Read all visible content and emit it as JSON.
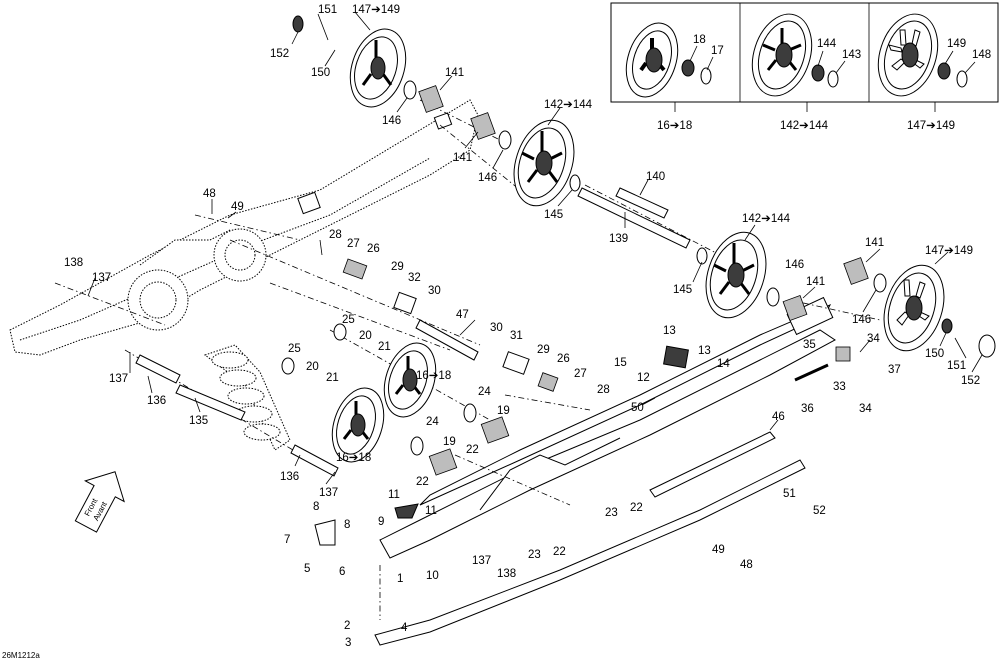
{
  "diagram_code": "26M1212a",
  "front_arrow": {
    "line1": "Front",
    "line2": "Avant"
  },
  "inset": [
    {
      "callouts": [
        "18",
        "17"
      ],
      "kit": "16➔18"
    },
    {
      "callouts": [
        "144",
        "143"
      ],
      "kit": "142➔144"
    },
    {
      "callouts": [
        "149",
        "148"
      ],
      "kit": "147➔149"
    }
  ],
  "labels": {
    "l151a": "151",
    "l147a": "147➔149",
    "l152a": "152",
    "l150a": "150",
    "l141a": "141",
    "l146a": "146",
    "l141b": "141",
    "l142a": "142➔144",
    "l146b": "146",
    "l145a": "145",
    "l140": "140",
    "l139": "139",
    "l48a": "48",
    "l49a": "49",
    "l28a": "28",
    "l27a": "27",
    "l26a": "26",
    "l29a": "29",
    "l32": "32",
    "l30a": "30",
    "l138a": "138",
    "l137a": "137",
    "l142b": "142➔144",
    "l146c": "146",
    "l145b": "145",
    "l141c": "141",
    "l141d": "141",
    "l147b": "147➔149",
    "l146d": "146",
    "l150b": "150",
    "l151b": "151",
    "l152b": "152",
    "l35": "35",
    "l34a": "34",
    "l33": "33",
    "l37": "37",
    "l34b": "34",
    "l36": "36",
    "l25a": "25",
    "l20a": "20",
    "l21a": "21",
    "l47": "47",
    "l30b": "30",
    "l31": "31",
    "l25b": "25",
    "l20b": "20",
    "l21b": "21",
    "l16a": "16➔18",
    "l24a": "24",
    "l29b": "29",
    "l26b": "26",
    "l27b": "27",
    "l28b": "28",
    "l13a": "13",
    "l15": "15",
    "l13b": "13",
    "l12": "12",
    "l14": "14",
    "l137b": "137",
    "l136a": "136",
    "l135": "135",
    "l16b": "16➔18",
    "l24b": "24",
    "l19a": "19",
    "l22a": "22",
    "l19b": "19",
    "l50": "50",
    "l22b": "22",
    "l46": "46",
    "l136b": "136",
    "l137c": "137",
    "l11a": "11",
    "l9": "9",
    "l11b": "11",
    "l8a": "8",
    "l7": "7",
    "l8b": "8",
    "l5": "5",
    "l6": "6",
    "l23a": "23",
    "l22c": "22",
    "l23b": "23",
    "l22d": "22",
    "l137d": "137",
    "l138b": "138",
    "l1": "1",
    "l10": "10",
    "l51": "51",
    "l52": "52",
    "l49b": "49",
    "l48b": "48",
    "l2": "2",
    "l4": "4",
    "l3": "3"
  }
}
